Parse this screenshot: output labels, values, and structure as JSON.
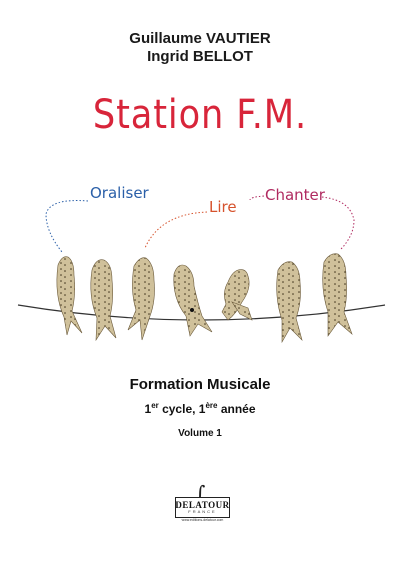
{
  "authors": [
    "Guillaume VAUTIER",
    "Ingrid BELLOT"
  ],
  "title": "Station F.M.",
  "bubbles": {
    "oraliser": "Oraliser",
    "lire": "Lire",
    "chanter": "Chanter"
  },
  "subtitle": "Formation Musicale",
  "cycle": {
    "first_num": "1",
    "first_sup": "er",
    "first_word": " cycle, ",
    "second_num": "1",
    "second_sup": "ère",
    "second_word": " année"
  },
  "volume": "Volume 1",
  "publisher": {
    "name": "DELATOUR",
    "sub": "FRANCE",
    "url": "www.editions-delatour.com"
  },
  "colors": {
    "title": "#d8253a",
    "oraliser": "#2a5fa8",
    "lire": "#d6522c",
    "chanter": "#b02a60",
    "birds": "#d9c9a0"
  }
}
